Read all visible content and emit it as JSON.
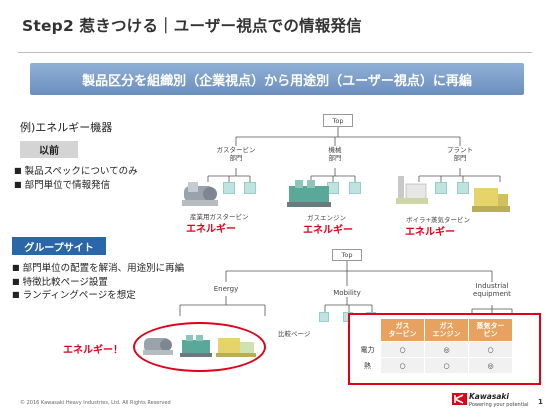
{
  "slide": {
    "title": "Step2 惹きつける｜ユーザー視点での情報発信",
    "banner": "製品区分を組織別（企業視点）から用途別（ユーザー視点）に再編",
    "example_label": "例)エネルギー機器",
    "before": {
      "tag": "以前",
      "bullets": [
        "製品スペックについてのみ",
        "部門単位で情報発信"
      ],
      "tree": {
        "root": "Top",
        "departments": [
          "ガスタービン\n部門",
          "機械\n部門",
          "プラント\n部門"
        ],
        "captions": [
          "産業用ガスタービン",
          "ガスエンジン",
          "ボイラ+蒸気タービン"
        ],
        "energy_labels": [
          "エネルギー",
          "エネルギー",
          "エネルギー"
        ]
      }
    },
    "group": {
      "tag": "グループサイト",
      "bullets": [
        "部門単位の配置を解消、用途別に再編",
        "特徴比較ページ設置",
        "ランディングページを想定"
      ],
      "tree": {
        "root": "Top",
        "categories": [
          "Energy",
          "Mobility",
          "Industrial\nequipment"
        ],
        "compare_label": "比較ページ",
        "energy_callout": "エネルギー！"
      },
      "comparison": {
        "columns": [
          "ガス\nタービン",
          "ガス\nエンジン",
          "蒸気ター\nビン"
        ],
        "rows": [
          {
            "label": "電力",
            "values": [
              "○",
              "◎",
              "○"
            ]
          },
          {
            "label": "熱",
            "values": [
              "○",
              "○",
              "◎"
            ]
          }
        ]
      }
    },
    "footer": {
      "copyright": "© 2016 Kawasaki Heavy Industries, Ltd. All Rights Reserved",
      "brand": "Kawasaki",
      "tagline": "Powering your potential",
      "page": "1"
    }
  }
}
